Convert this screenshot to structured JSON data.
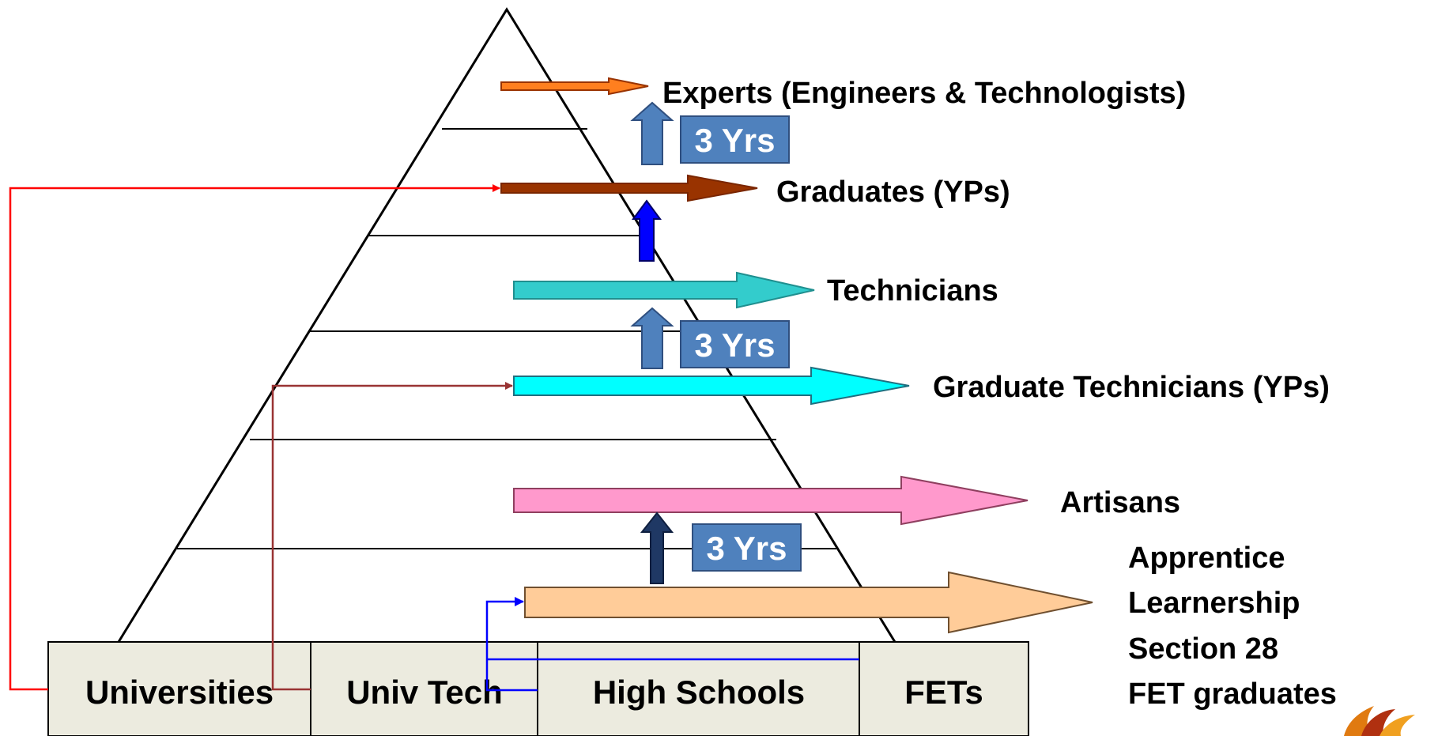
{
  "levels": {
    "experts": "Experts (Engineers & Technologists)",
    "graduates": "Graduates (YPs)",
    "technicians": "Technicians",
    "graduate_technicians": "Graduate Technicians (YPs)",
    "artisans": "Artisans",
    "entry_lines": [
      "Apprentice",
      "Learnership",
      "Section 28",
      "FET graduates"
    ]
  },
  "durations": [
    "3 Yrs",
    "3 Yrs",
    "3 Yrs"
  ],
  "institutions": [
    "Universities",
    "Univ Tech",
    "High Schools",
    "FETs"
  ],
  "colors": {
    "experts_arrow": "#ff7f1f",
    "graduates_arrow": "#993300",
    "technicians_arrow": "#33cccc",
    "grad_tech_arrow": "#00ffff",
    "artisans_arrow": "#ff99cc",
    "apprentice_arrow": "#ffcc99",
    "duration_box": "#4f81bd",
    "up_arrow_light": "#4f81bd",
    "up_arrow_blue": "#0000ff",
    "up_arrow_dark": "#1f3864",
    "line_universities": "#ff0000",
    "line_univ_tech": "#993333",
    "line_high_schools": "#0000ff",
    "base_fill": "#ecebdf",
    "pyramid": "#000000"
  },
  "icons": [
    "flame-logo-icon"
  ]
}
